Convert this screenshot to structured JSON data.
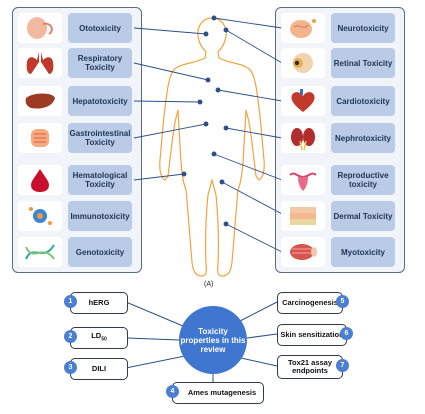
{
  "left_items": [
    {
      "label": "Ototoxicity",
      "icon": "ear-icon"
    },
    {
      "label": "Respiratory Toxicity",
      "icon": "lungs-icon"
    },
    {
      "label": "Hepatotoxicity",
      "icon": "liver-icon"
    },
    {
      "label": "Gastrointestinal Toxicity",
      "icon": "intestine-icon"
    },
    {
      "label": "Hematological Toxicity",
      "icon": "blood-drop-icon"
    },
    {
      "label": "Immunotoxicity",
      "icon": "immune-cell-icon"
    },
    {
      "label": "Genotoxicity",
      "icon": "dna-icon"
    }
  ],
  "right_items": [
    {
      "label": "Neurotoxicity",
      "icon": "brain-icon"
    },
    {
      "label": "Retinal Toxicity",
      "icon": "eye-icon"
    },
    {
      "label": "Cardiotoxicity",
      "icon": "heart-icon"
    },
    {
      "label": "Nephrotoxicity",
      "icon": "kidney-icon"
    },
    {
      "label": "Reproductive toxicity",
      "icon": "uterus-icon"
    },
    {
      "label": "Dermal Toxicity",
      "icon": "skin-icon"
    },
    {
      "label": "Myotoxicity",
      "icon": "muscle-icon"
    }
  ],
  "caption_a": "(A)",
  "center_text": "Toxicity properties in this review",
  "properties": [
    {
      "num": "1",
      "label": "hERG"
    },
    {
      "num": "2",
      "label": "LD50"
    },
    {
      "num": "3",
      "label": "DILI"
    },
    {
      "num": "4",
      "label": "Ames mutagenesis"
    },
    {
      "num": "5",
      "label": "Carcinogenesis"
    },
    {
      "num": "6",
      "label": "Skin sensitization"
    },
    {
      "num": "7",
      "label": "Tox21 assay endpoints"
    }
  ],
  "colors": {
    "label_bg": "#b9cbe6",
    "accent": "#3f76cf",
    "body_outline": "#f2a33a",
    "connector": "#2d4f86"
  }
}
